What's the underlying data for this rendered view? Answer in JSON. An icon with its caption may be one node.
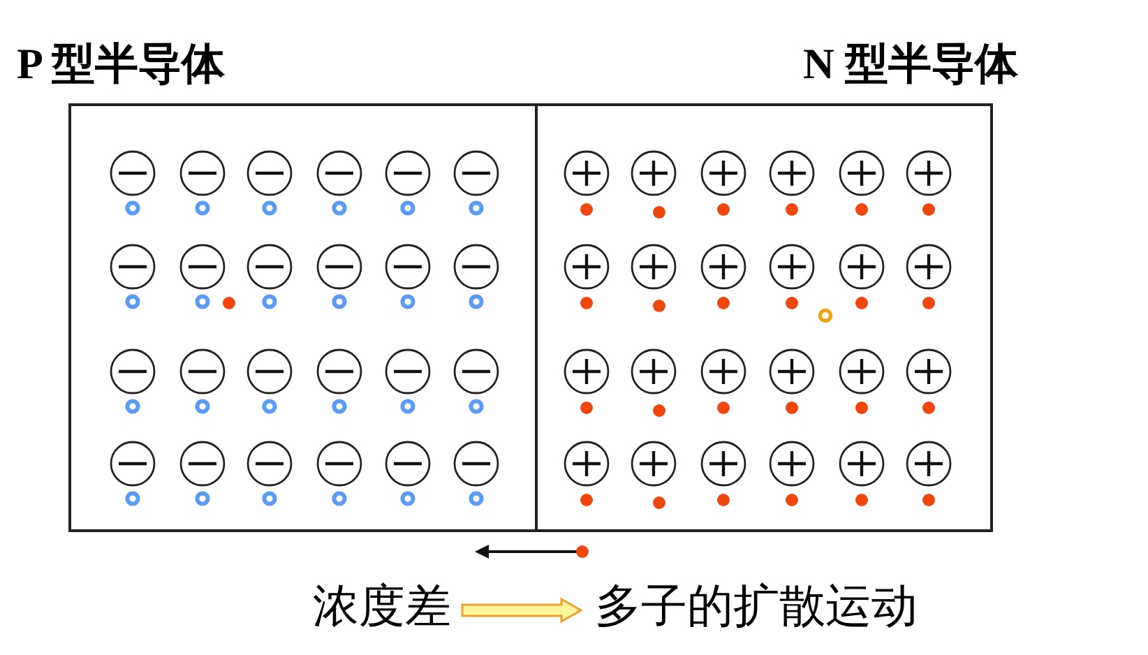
{
  "diagram": {
    "nodes": [
      {
        "text": [
          "P 型半导体"
        ]
      },
      {
        "text": [
          "N 型半导体"
        ]
      },
      {
        "text": [
          "浓度差"
        ]
      },
      {
        "text": [
          "多子的扩散运动"
        ]
      }
    ],
    "edges": [
      {
        "from": 2,
        "to": 3,
        "arrow": "to"
      }
    ]
  }
}
